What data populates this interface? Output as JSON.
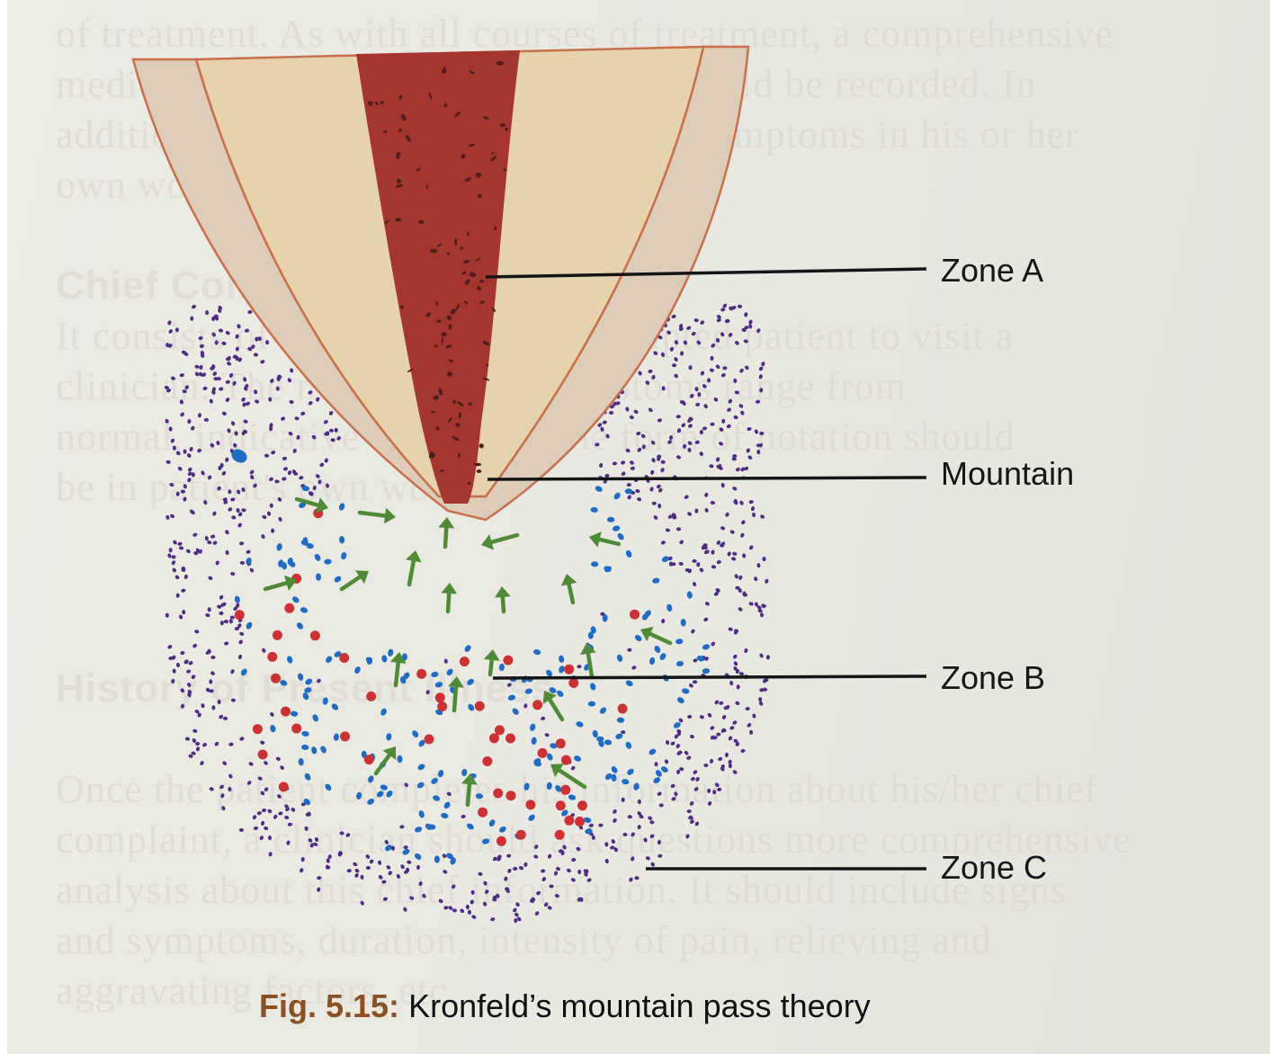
{
  "background_text": [
    "of treatment. As with all courses of treatment, a comprehensive",
    "medical and previous dental history should be recorded. In",
    "addition, a description of the patient's symptoms in his or her",
    "own words should be recorded.",
    "",
    "Chief Complaint",
    "It consists of symptoms which prompted patient to visit a",
    "clinician. The most common symptoms range from",
    "normal, indicative of illness. The form of notation should",
    "be in patient's own words.",
    "",
    "",
    "",
    "History of Present Illness",
    "",
    "Once the patient completes his information about his/her chief",
    "complaint, a clinician should ask questions more comprehensive",
    "analysis about this chief information. It should include signs",
    "and symptoms, duration, intensity of pain, relieving and",
    "aggravating factors, etc."
  ],
  "labels": {
    "zone_a": "Zone A",
    "mountain": "Mountain",
    "zone_b": "Zone B",
    "zone_c": "Zone C"
  },
  "caption": {
    "fig_number": "Fig. 5.15:",
    "title": "Kronfeld’s mountain pass theory"
  },
  "colors": {
    "tooth_dentin": "#e6d3ae",
    "tooth_outline": "#c9704a",
    "cementum": "#dcccb8",
    "pulp": "#a4352f",
    "purple_dots": "#4f2c86",
    "blue_dots": "#1e6cc4",
    "red_dots": "#cc3234",
    "arrows": "#4f8a36",
    "leader_lines": "#151515"
  }
}
